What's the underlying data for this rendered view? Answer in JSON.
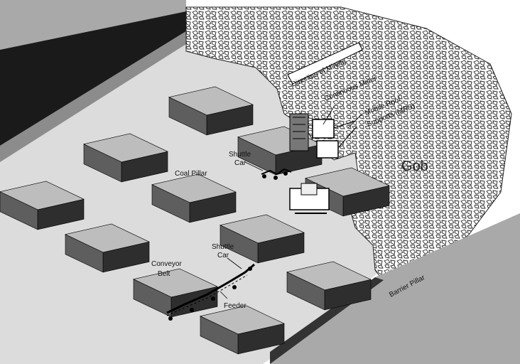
{
  "labels": {
    "direction_of_mining": "Direction of Mining",
    "continuous_miner": "Continuous Miner",
    "mobile_roof_supports_1": "Mobile Roof",
    "mobile_roof_supports_2": "Supports (MRS)",
    "gob": "Gob",
    "shuttle_car_1a": "Shuttle",
    "shuttle_car_1b": "Car",
    "shuttle_car_2a": "Shuttle",
    "shuttle_car_2b": "Car",
    "coal_pillar": "Coal Pillar",
    "conveyor_belt_a": "Conveyor",
    "conveyor_belt_b": "Belt",
    "feeder": "Feeder",
    "barrier_pillar": "Barrier Pillar"
  },
  "colors": {
    "floor": "#dcdcdc",
    "pillar_top": "#bdbdbd",
    "pillar_front": "#5e5e5e",
    "pillar_side": "#2e2e2e",
    "barrier_top": "#a9a9a9",
    "barrier_wall": "#1a1a1a",
    "gob_fill": "#ffffff",
    "gob_pattern": "#222222"
  }
}
